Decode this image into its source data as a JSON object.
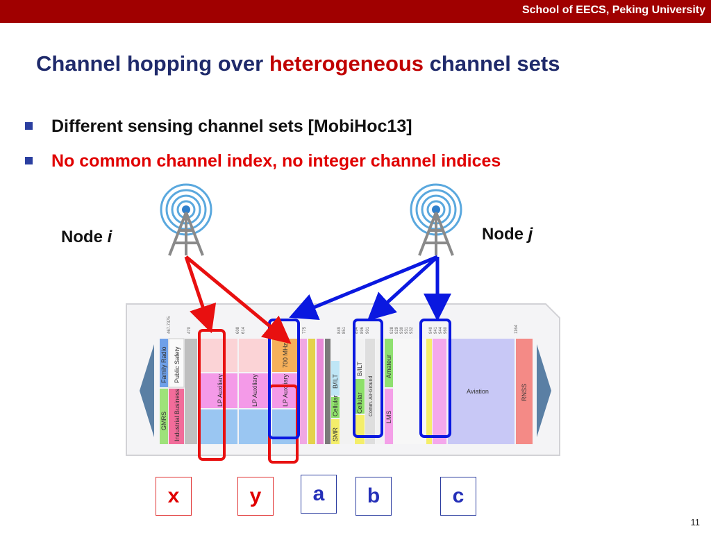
{
  "header": {
    "institution": "School of EECS, Peking University"
  },
  "title": {
    "part1": "Channel hopping over ",
    "highlight": "heterogeneous",
    "part2": " channel sets"
  },
  "bullets": [
    "Different sensing channel sets [MobiHoc13]",
    "No common channel index, no integer channel indices"
  ],
  "nodes": {
    "i": {
      "prefix": "Node ",
      "var": "i"
    },
    "j": {
      "prefix": "Node ",
      "var": "j"
    }
  },
  "spectrum": {
    "freq_labels": [
      "467.7375",
      "470",
      "608",
      "614",
      "698",
      "775",
      "849",
      "851",
      "894",
      "896",
      "901",
      "928",
      "929",
      "930",
      "931",
      "932",
      "940",
      "941",
      "944",
      "960",
      "1164"
    ],
    "bands": [
      "Family Radio",
      "Public Safety",
      "GMRS",
      "Industrial Business",
      "LP Auxiliary",
      "LP Auxiliary",
      "LP Auxiliary",
      "700 MHz",
      "B/ILT",
      "Cellular",
      "SMR",
      "Cellular",
      "B/ILT",
      "Comm. Air-Ground",
      "Amateur",
      "LMS",
      "Aviation",
      "RNSS"
    ]
  },
  "channel_boxes": [
    {
      "label": "x",
      "color": "red"
    },
    {
      "label": "y",
      "color": "red"
    },
    {
      "label": "a",
      "color": "blue"
    },
    {
      "label": "b",
      "color": "blue"
    },
    {
      "label": "c",
      "color": "blue"
    }
  ],
  "colors": {
    "header": "#a00000",
    "title": "#1f2a6b",
    "highlight": "#c00000",
    "red_arrow": "#e81010",
    "blue_arrow": "#0a18e0"
  },
  "page_number": "11"
}
